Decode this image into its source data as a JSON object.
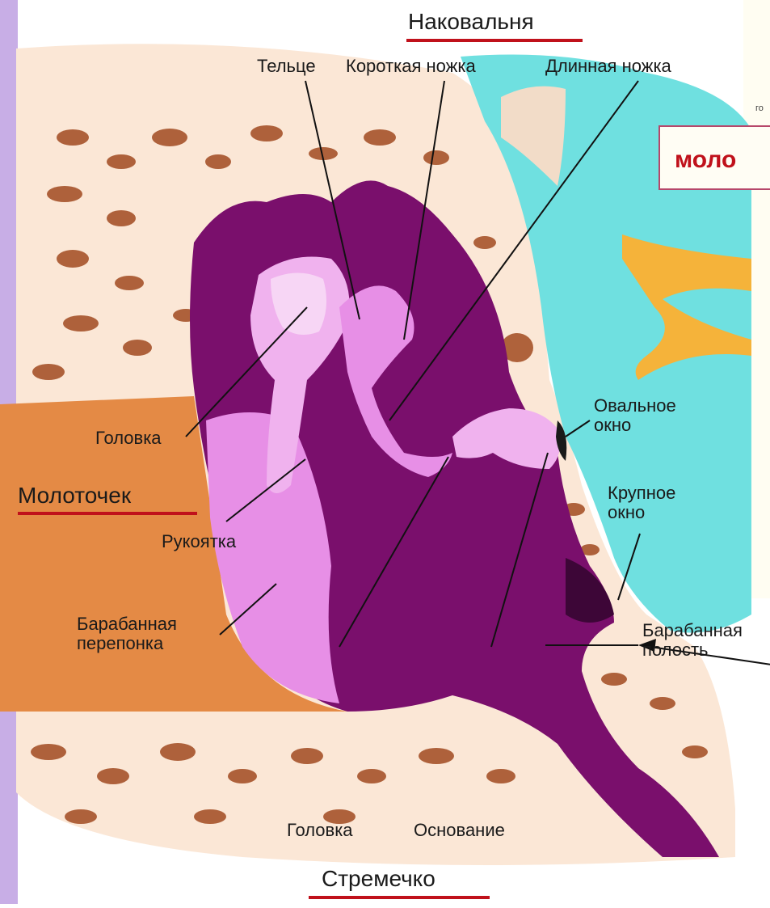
{
  "colors": {
    "cavity": "#7a0f6c",
    "cavity_dark": "#5b0a52",
    "ossicle": "#e78fe6",
    "ossicle_light": "#f7d6f5",
    "bone_bg": "#fbe7d6",
    "bone_pore": "#a14a20",
    "external_canal": "#e48a45",
    "inner_ear": "#6fe0e0",
    "nerve": "#f5b33a",
    "accent_red": "#c0111b",
    "slide_side": "#c8aee6"
  },
  "title_top": "Наковальня",
  "title_bottom": "Стремечко",
  "title_left": "Молоточек",
  "callout_text": "моло",
  "small_text": "го",
  "labels": {
    "telce": "Тельце",
    "short_leg": "Короткая ножка",
    "long_leg": "Длинная ножка",
    "oval_window": "Овальное окно",
    "round_window": "Крупное окно",
    "malleus_head": "Головка",
    "handle": "Рукоятка",
    "eardrum": "Барабанная перепонка",
    "tympanic_cavity": "Барабанная полость",
    "stapes_head": "Головка",
    "stapes_base": "Основание"
  }
}
